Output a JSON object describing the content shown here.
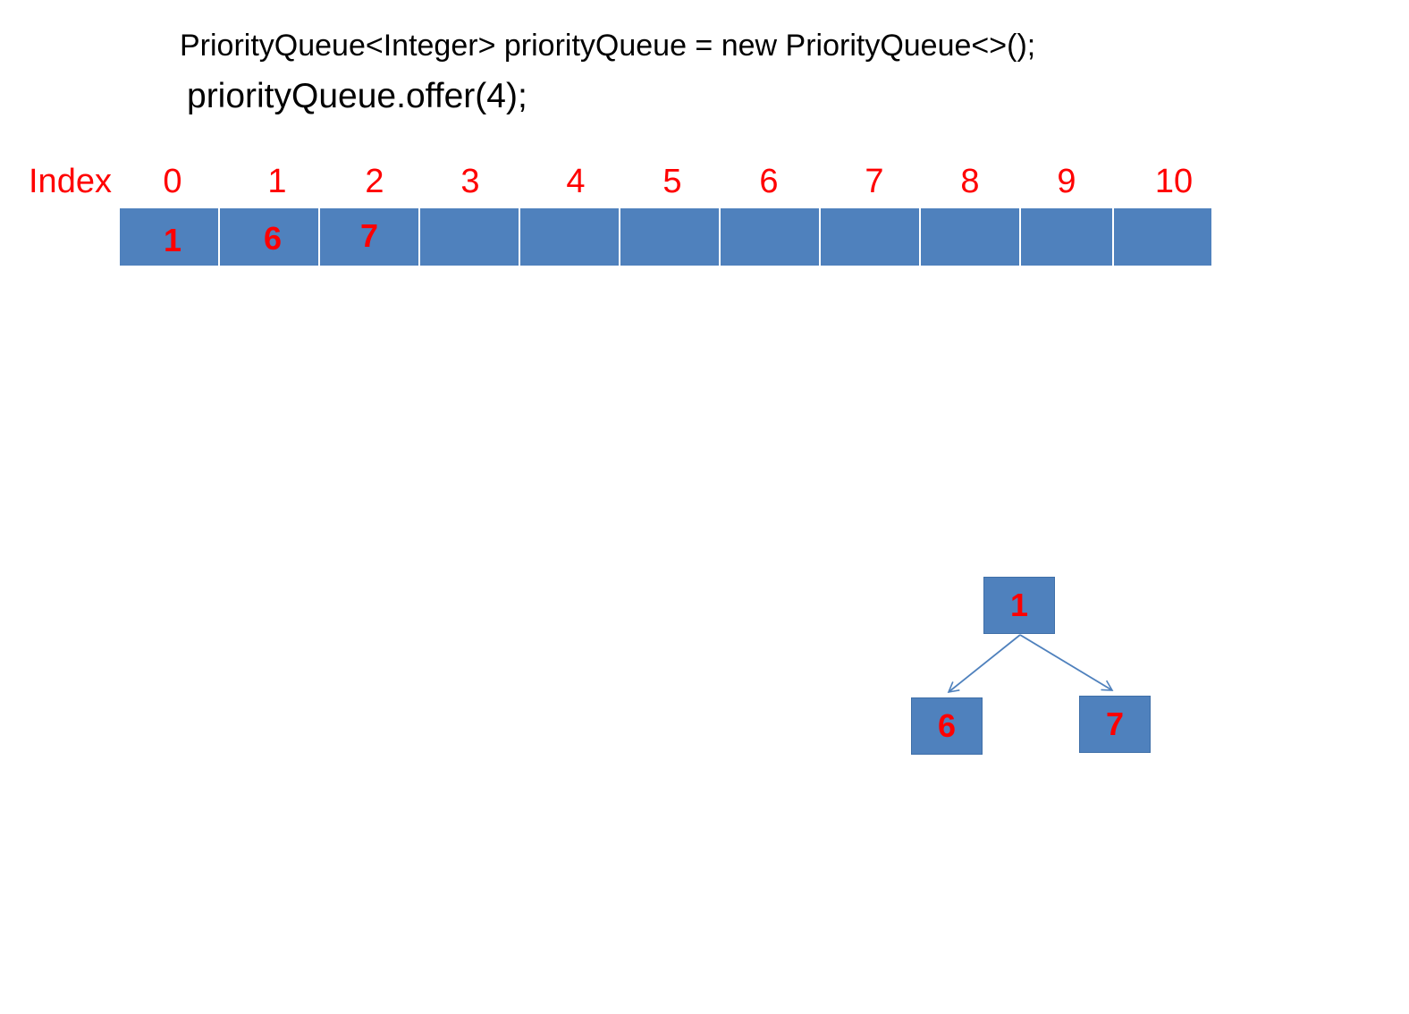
{
  "code": {
    "line1": "PriorityQueue<Integer> priorityQueue = new PriorityQueue<>();",
    "line2": "priorityQueue.offer(4);"
  },
  "array": {
    "index_label": "Index",
    "indices": [
      "0",
      "1",
      "2",
      "3",
      "4",
      "5",
      "6",
      "7",
      "8",
      "9",
      "10"
    ],
    "values": [
      "1",
      "6",
      "7",
      "",
      "",
      "",
      "",
      "",
      "",
      "",
      ""
    ]
  },
  "tree": {
    "root": "1",
    "left": "6",
    "right": "7"
  },
  "colors": {
    "cell_fill": "#4f81bd",
    "value_text": "#ff0000",
    "index_text": "#ff0000",
    "code_text": "#000000"
  }
}
